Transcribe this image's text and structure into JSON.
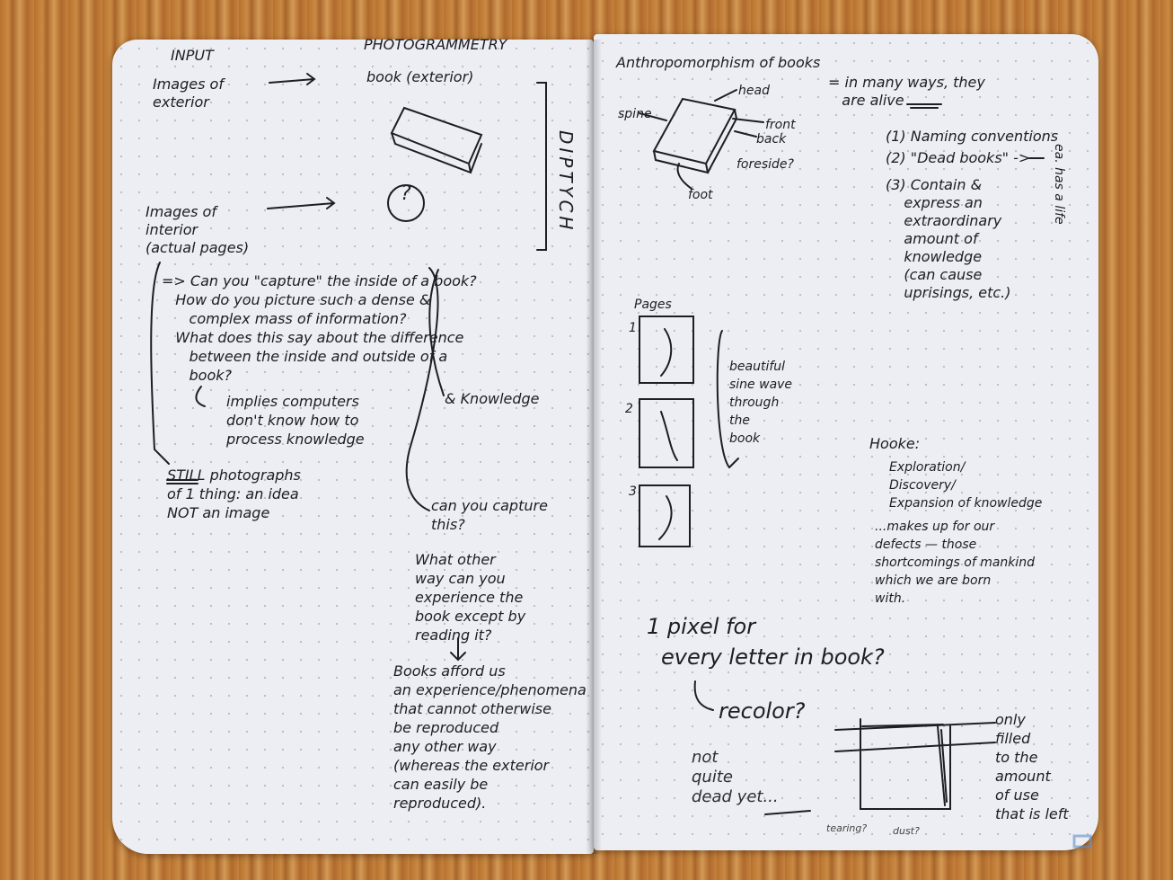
{
  "left": {
    "heading_input": "INPUT",
    "heading_photogrammetry": "PHOTOGRAMMETRY",
    "images_exterior": "Images of\nexterior",
    "book_exterior": "book (exterior)",
    "diptych": "DIPTYCH",
    "question_mark": "?",
    "images_interior": "Images of\ninterior\n(actual pages)",
    "capture_question": "=> Can you \"capture\" the inside of a book?\n   How do you picture such a dense &\n      complex mass of information?\n   What does this say about the difference\n      between the inside and outside of a\n      book?",
    "implies": "implies computers\ndon't know how to\nprocess knowledge",
    "and_knowledge": "& Knowledge",
    "still_photographs": "STILL photographs\nof 1 thing: an idea\nNOT an image",
    "can_capture_this": "can you capture\nthis?",
    "what_other_way": "What other\nway can you\nexperience the\nbook except by\nreading it?",
    "books_afford": "Books afford us\nan experience/phenomena\nthat cannot otherwise\nbe reproduced\nany other way\n(whereas the exterior\ncan easily be\nreproduced)."
  },
  "right": {
    "title": "Anthropomorphism of books",
    "alive": "= in many ways, they\n   are alive",
    "label_head": "head",
    "label_spine": "spine",
    "label_front": "front",
    "label_back": "back",
    "label_foreside": "foreside?",
    "label_foot": "foot",
    "list_1": "(1) Naming conventions",
    "list_2": "(2) \"Dead books\" ->",
    "list_3": "(3) Contain &\n    express an\n    extraordinary\n    amount of\n    knowledge\n    (can cause\n    uprisings, etc.)",
    "has_a_life": "ea. has a life",
    "pages_label": "Pages",
    "page_numbers": [
      "1",
      "2",
      "3"
    ],
    "sine_wave": "beautiful\nsine wave\nthrough\nthe\nbook",
    "hooke_title": "Hooke:",
    "hooke_body": "Exploration/\nDiscovery/\nExpansion of knowledge",
    "hooke_body_2": "...makes up for our\ndefects — those\nshortcomings of mankind\nwhich we are born\nwith.",
    "pixel_line_1": "1 pixel for",
    "pixel_line_2": "every letter in book?",
    "recolor": "recolor?",
    "not_quite_dead": "not\nquite\ndead yet...",
    "only_filled": "only\nfilled\nto the\namount\nof use\nthat is left",
    "tiny_1": "tearing?",
    "tiny_2": "dust?"
  }
}
